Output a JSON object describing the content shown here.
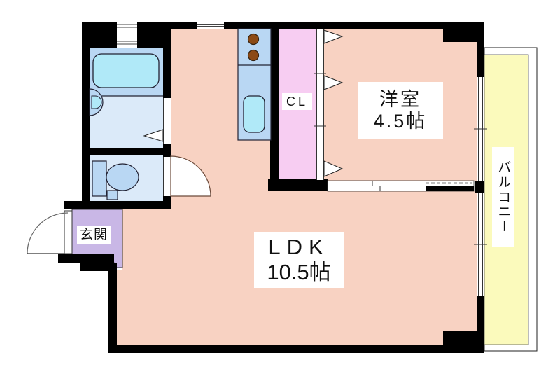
{
  "plan": {
    "type": "apartment-floor-plan",
    "rooms": {
      "western_room": {
        "name": "洋室",
        "size": "4.5帖"
      },
      "ldk": {
        "name": "LDK",
        "size": "10.5帖"
      },
      "closet": {
        "label": "CL"
      },
      "entrance": {
        "label": "玄関"
      },
      "balcony": {
        "label": "バルコニー"
      }
    },
    "fixtures": [
      "bathtub-icon",
      "washbasin-icon",
      "toilet-icon",
      "kitchen-counter",
      "stove-burner-icon",
      "kitchen-sink-icon",
      "entrance-door-swing-icon",
      "interior-door-swing-icon",
      "closet-folding-door-icon",
      "sliding-door-icon",
      "window-icon"
    ],
    "colors": {
      "wall": "#000000",
      "room_pink": "#f8d2c2",
      "closet_pink": "#f7cdf2",
      "entrance_purple": "#c9b7e6",
      "bath_blue": "#b9d7f3",
      "water_room_blue": "#dbeaf9",
      "fixture_cyan": "#b0e9f8",
      "balcony_yellow": "#fbfabc",
      "burner_brown": "#8c4a15",
      "label_bg": "#ffffff",
      "label_text": "#111111"
    }
  }
}
